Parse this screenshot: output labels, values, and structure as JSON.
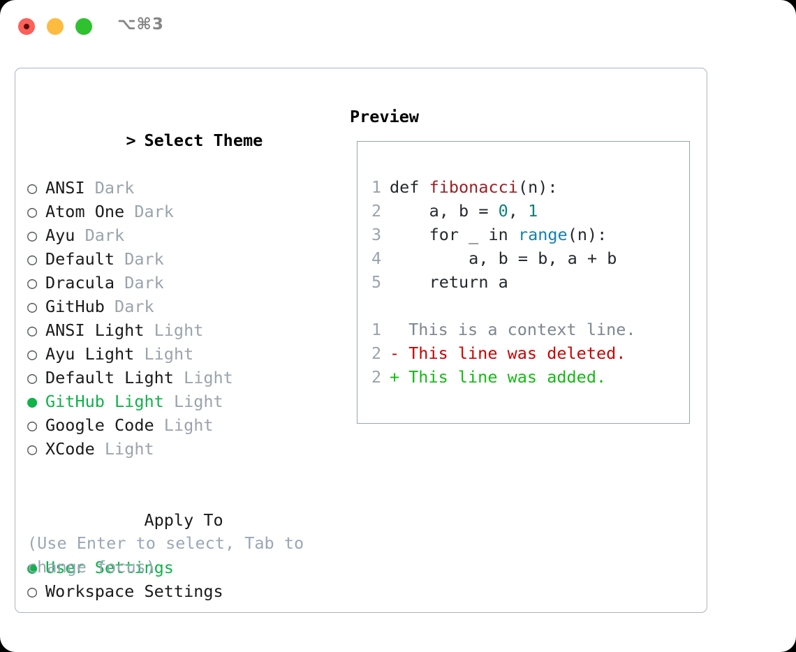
{
  "window": {
    "shortcut_label": "⌥⌘3",
    "traffic_lights": [
      "close",
      "minimize",
      "zoom"
    ]
  },
  "theme_selector": {
    "caret": ">",
    "title": "Select Theme",
    "marker_unselected": "○",
    "marker_selected": "●",
    "items": [
      {
        "name": "ANSI",
        "variant": "Dark",
        "selected": false
      },
      {
        "name": "Atom One",
        "variant": "Dark",
        "selected": false
      },
      {
        "name": "Ayu",
        "variant": "Dark",
        "selected": false
      },
      {
        "name": "Default",
        "variant": "Dark",
        "selected": false
      },
      {
        "name": "Dracula",
        "variant": "Dark",
        "selected": false
      },
      {
        "name": "GitHub",
        "variant": "Dark",
        "selected": false
      },
      {
        "name": "ANSI Light",
        "variant": "Light",
        "selected": false
      },
      {
        "name": "Ayu Light",
        "variant": "Light",
        "selected": false
      },
      {
        "name": "Default Light",
        "variant": "Light",
        "selected": false
      },
      {
        "name": "GitHub Light",
        "variant": "Light",
        "selected": true
      },
      {
        "name": "Google Code",
        "variant": "Light",
        "selected": false
      },
      {
        "name": "XCode",
        "variant": "Light",
        "selected": false
      }
    ]
  },
  "apply_to": {
    "title": "Apply To",
    "options": [
      {
        "label": "User Settings",
        "selected": true
      },
      {
        "label": "Workspace Settings",
        "selected": false
      }
    ]
  },
  "hint": {
    "text": "(Use Enter to select, Tab to change focus)"
  },
  "preview": {
    "title": "Preview",
    "code_lines": [
      {
        "number": "1",
        "tokens": [
          {
            "text": "def ",
            "kind": "kw"
          },
          {
            "text": "fibonacci",
            "kind": "fn"
          },
          {
            "text": "(n):",
            "kind": "plain"
          }
        ]
      },
      {
        "number": "2",
        "tokens": [
          {
            "text": "    a, b = ",
            "kind": "plain"
          },
          {
            "text": "0",
            "kind": "num"
          },
          {
            "text": ", ",
            "kind": "plain"
          },
          {
            "text": "1",
            "kind": "num"
          }
        ]
      },
      {
        "number": "3",
        "tokens": [
          {
            "text": "    for _ in ",
            "kind": "plain"
          },
          {
            "text": "range",
            "kind": "built"
          },
          {
            "text": "(n):",
            "kind": "plain"
          }
        ]
      },
      {
        "number": "4",
        "tokens": [
          {
            "text": "        a, b = b, a + b",
            "kind": "plain"
          }
        ]
      },
      {
        "number": "5",
        "tokens": [
          {
            "text": "    return a",
            "kind": "plain"
          }
        ]
      }
    ],
    "diff_lines": [
      {
        "number": "1",
        "sign": " ",
        "text": " This is a context line.",
        "kind": "context"
      },
      {
        "number": "2",
        "sign": "-",
        "text": " This line was deleted.",
        "kind": "deleted"
      },
      {
        "number": "2",
        "sign": "+",
        "text": " This line was added.",
        "kind": "added"
      }
    ]
  },
  "colors": {
    "selected_green": "#10b24a",
    "variant_gray": "#9aa3ad",
    "hint_gray": "#9aa7b5",
    "panel_border": "#aab4c0",
    "preview_border": "#97a3b0",
    "diff_deleted": "#cc0000",
    "diff_added": "#12bb12",
    "code_function": "#9e1f24",
    "code_number": "#0a8080",
    "code_builtin": "#1380b3"
  }
}
